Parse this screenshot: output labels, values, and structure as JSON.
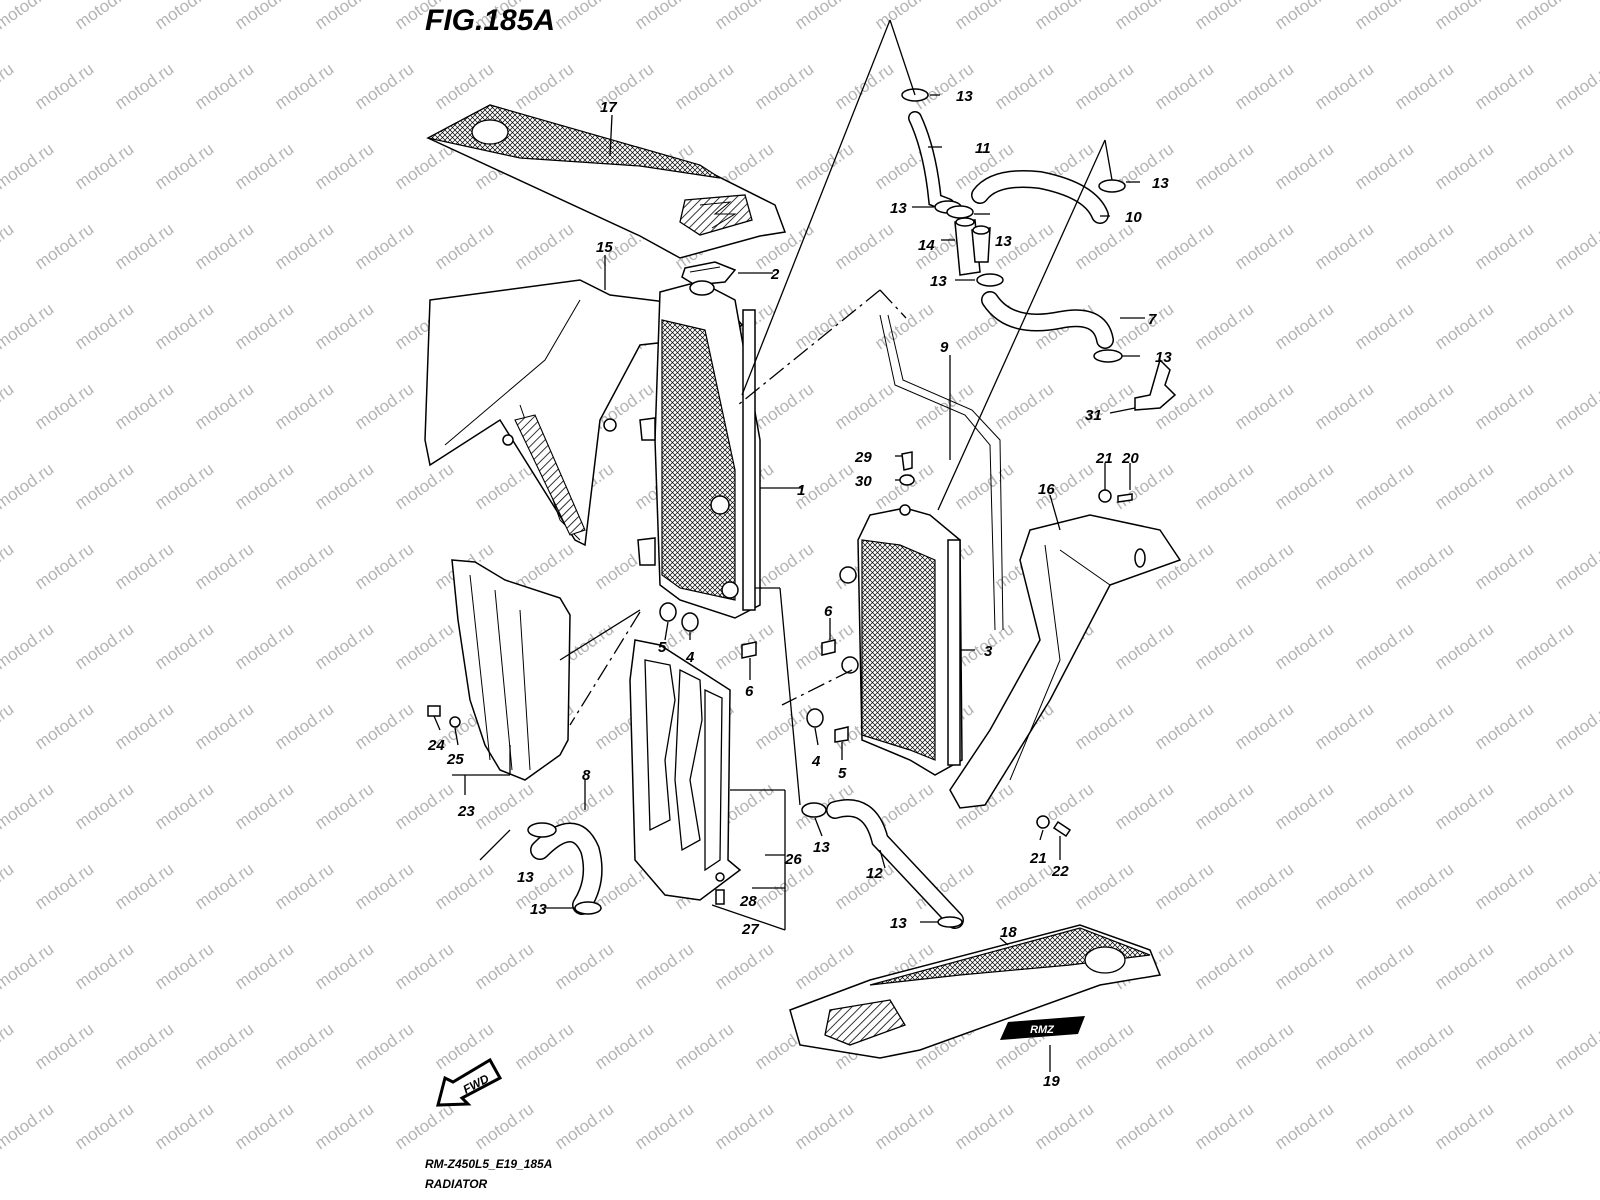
{
  "figure_title": "FIG.185A",
  "watermark_text": "motod.ru",
  "footer": {
    "code": "RM-Z450L5_E19_185A",
    "name": "RADIATOR"
  },
  "fwd_label": "FWD",
  "decal_19_text": "RMZ",
  "callouts": {
    "c1": "1",
    "c2": "2",
    "c3": "3",
    "c4a": "4",
    "c4b": "4",
    "c5a": "5",
    "c5b": "5",
    "c6a": "6",
    "c6b": "6",
    "c7": "7",
    "c8": "8",
    "c9": "9",
    "c10": "10",
    "c11": "11",
    "c12": "12",
    "c13a": "13",
    "c13b": "13",
    "c13c": "13",
    "c13d": "13",
    "c13e": "13",
    "c13f": "13",
    "c13g": "13",
    "c13h": "13",
    "c13i": "13",
    "c13j": "13",
    "c14": "14",
    "c15": "15",
    "c16": "16",
    "c17": "17",
    "c18": "18",
    "c19": "19",
    "c20": "20",
    "c21a": "21",
    "c21b": "21",
    "c22": "22",
    "c23": "23",
    "c24": "24",
    "c25": "25",
    "c26": "26",
    "c27": "27",
    "c28": "28",
    "c29": "29",
    "c30": "30",
    "c31": "31"
  },
  "colors": {
    "line": "#000000",
    "watermark": "#b4b4b4",
    "background": "#ffffff"
  }
}
